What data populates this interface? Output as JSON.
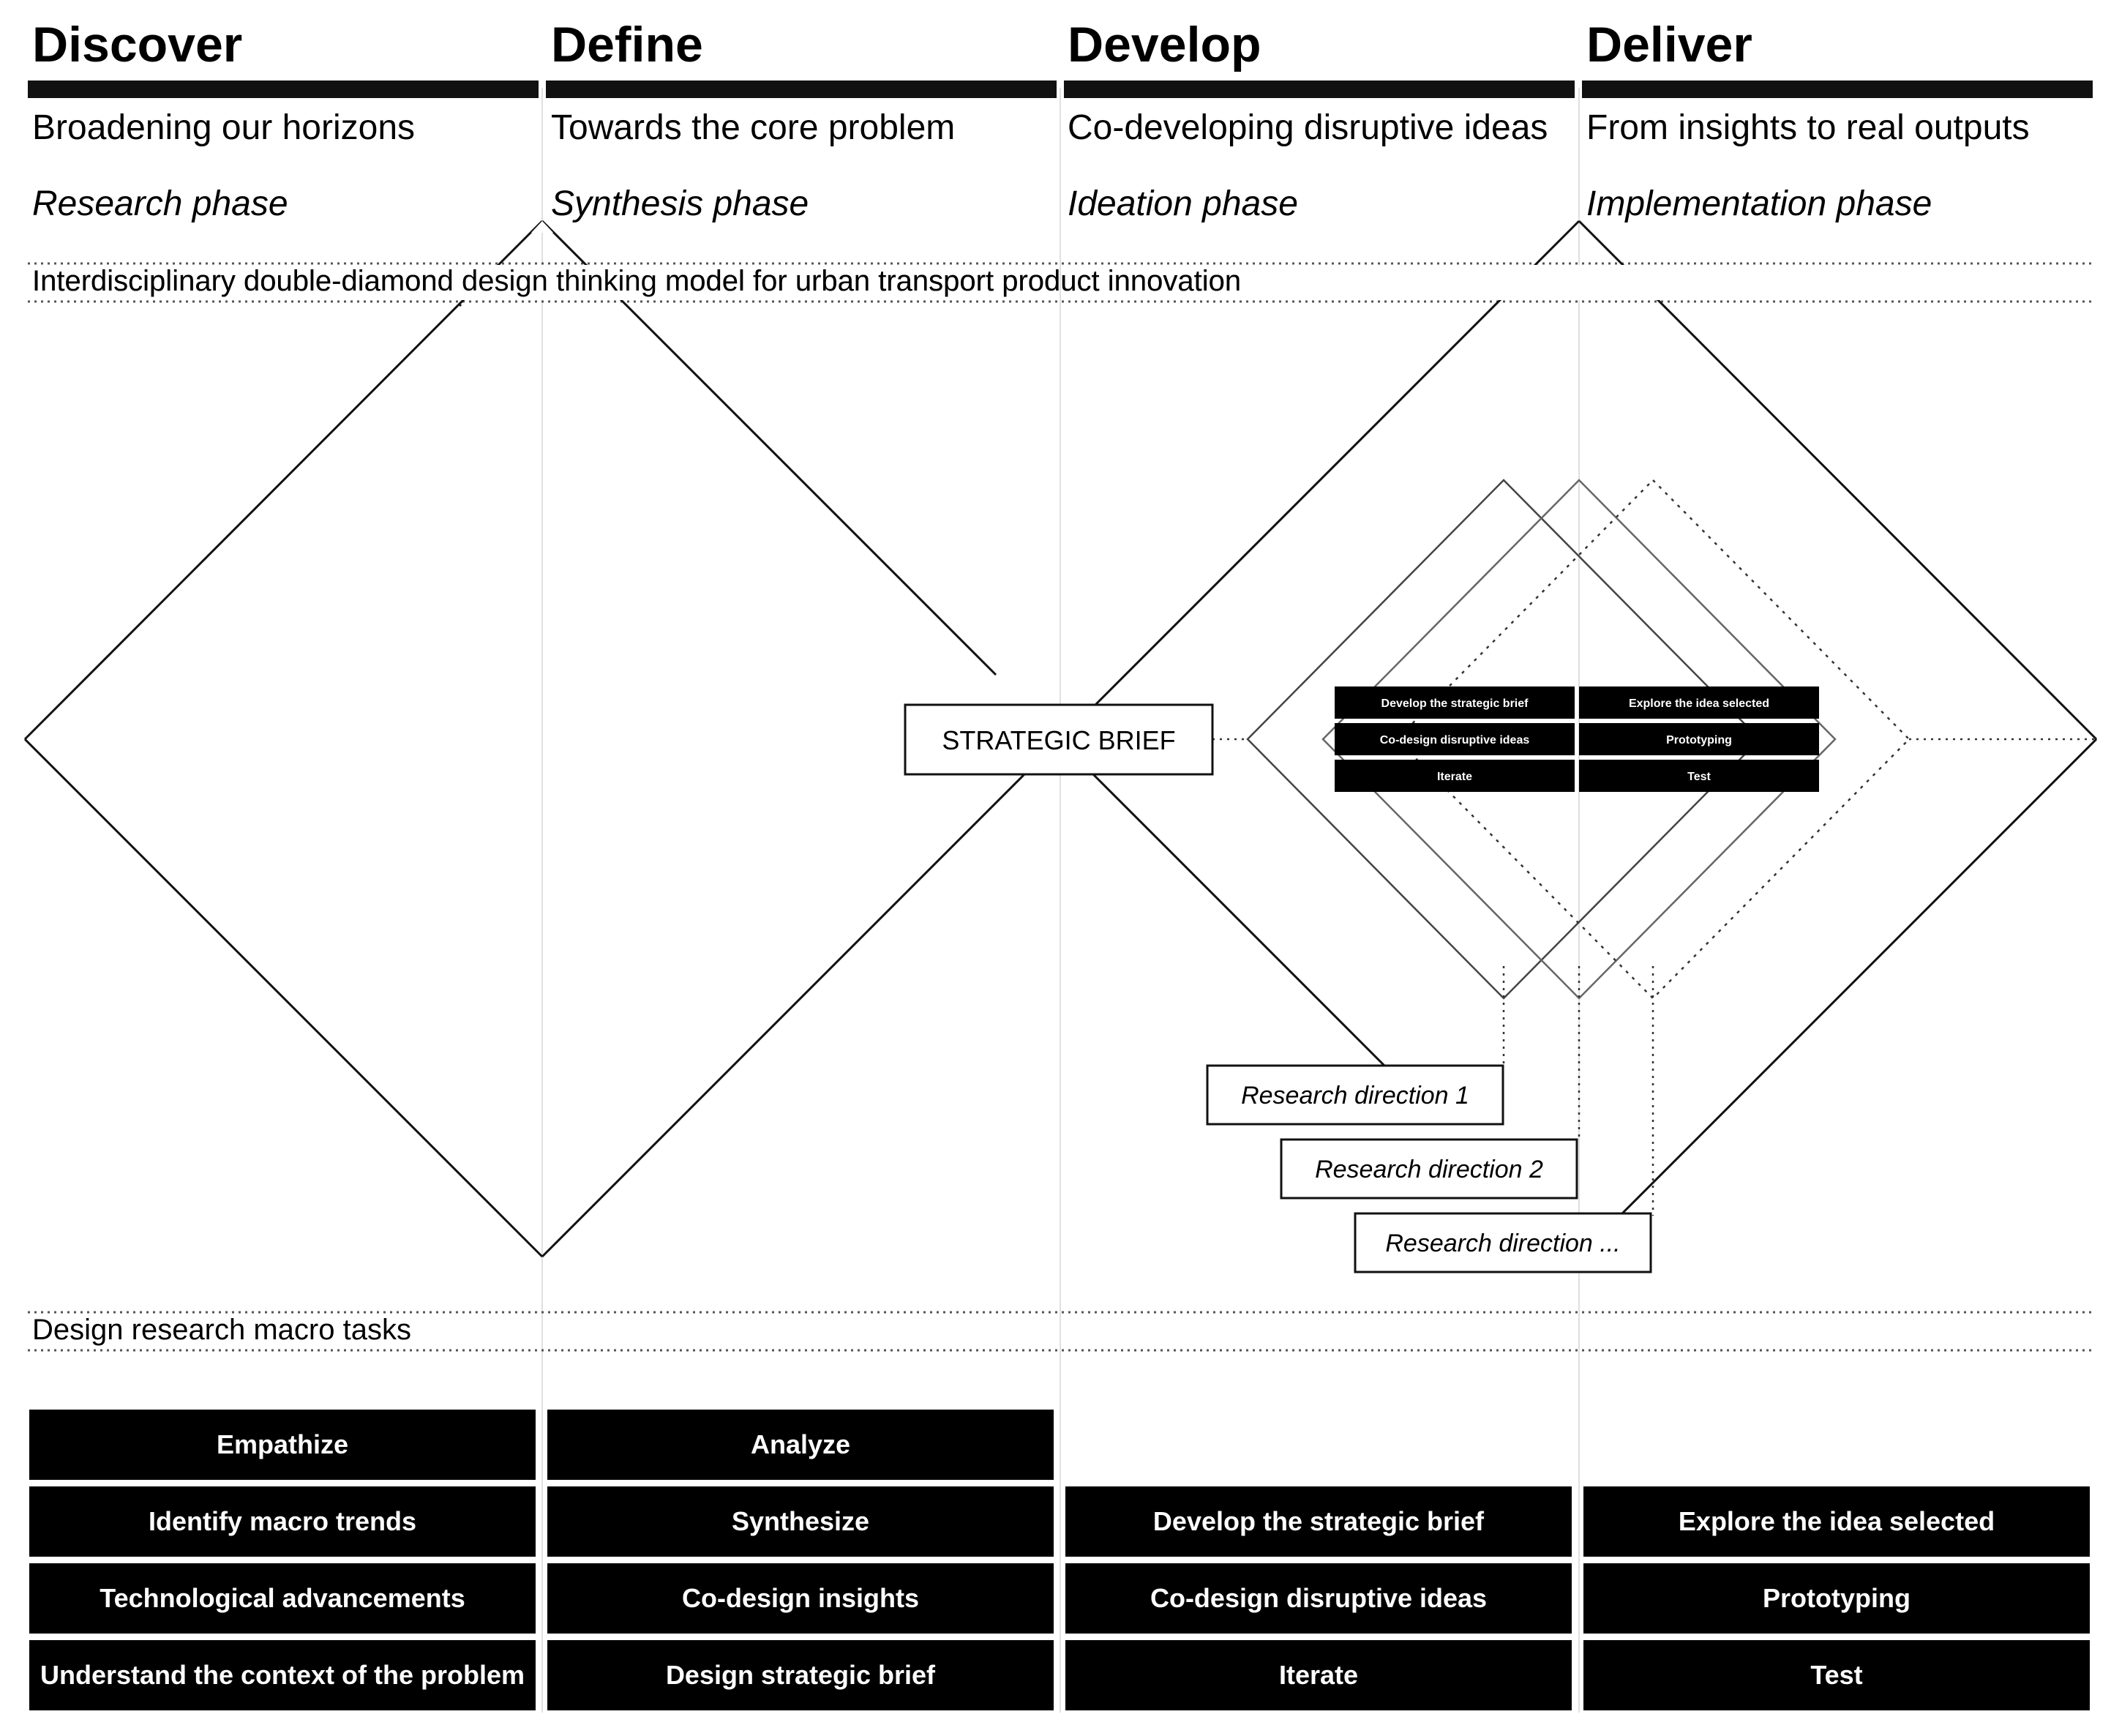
{
  "phases": [
    {
      "title": "Discover",
      "subtitle": "Broadening our horizons",
      "phase": "Research phase"
    },
    {
      "title": "Define",
      "subtitle": "Towards the core problem",
      "phase": "Synthesis phase"
    },
    {
      "title": "Develop",
      "subtitle": "Co-developing disruptive ideas",
      "phase": "Ideation phase"
    },
    {
      "title": "Deliver",
      "subtitle": "From insights to real outputs",
      "phase": "Implementation phase"
    }
  ],
  "model_label": "Interdisciplinary double-diamond design thinking model for urban transport product innovation",
  "strategic_brief": "STRATEGIC BRIEF",
  "mini_tasks": {
    "develop": [
      "Develop the strategic brief",
      "Co-design disruptive ideas",
      "Iterate"
    ],
    "deliver": [
      "Explore the idea selected",
      "Prototyping",
      "Test"
    ]
  },
  "research_directions": [
    "Research direction 1",
    "Research direction 2",
    "Research direction ..."
  ],
  "macro_label": "Design research macro tasks",
  "macro_tasks": {
    "discover": [
      "Empathize",
      "Identify macro trends",
      "Technological advancements",
      "Understand the context of the problem"
    ],
    "define": [
      "Analyze",
      "Synthesize",
      "Co-design insights",
      "Design strategic brief"
    ],
    "develop": [
      "Develop the strategic brief",
      "Co-design disruptive ideas",
      "Iterate"
    ],
    "deliver": [
      "Explore the idea selected",
      "Prototyping",
      "Test"
    ]
  },
  "colors": {
    "ink": "#111111",
    "rule": "#555555",
    "grid": "#e0e0e0",
    "box_fill": "#000000",
    "box_text": "#ffffff"
  }
}
